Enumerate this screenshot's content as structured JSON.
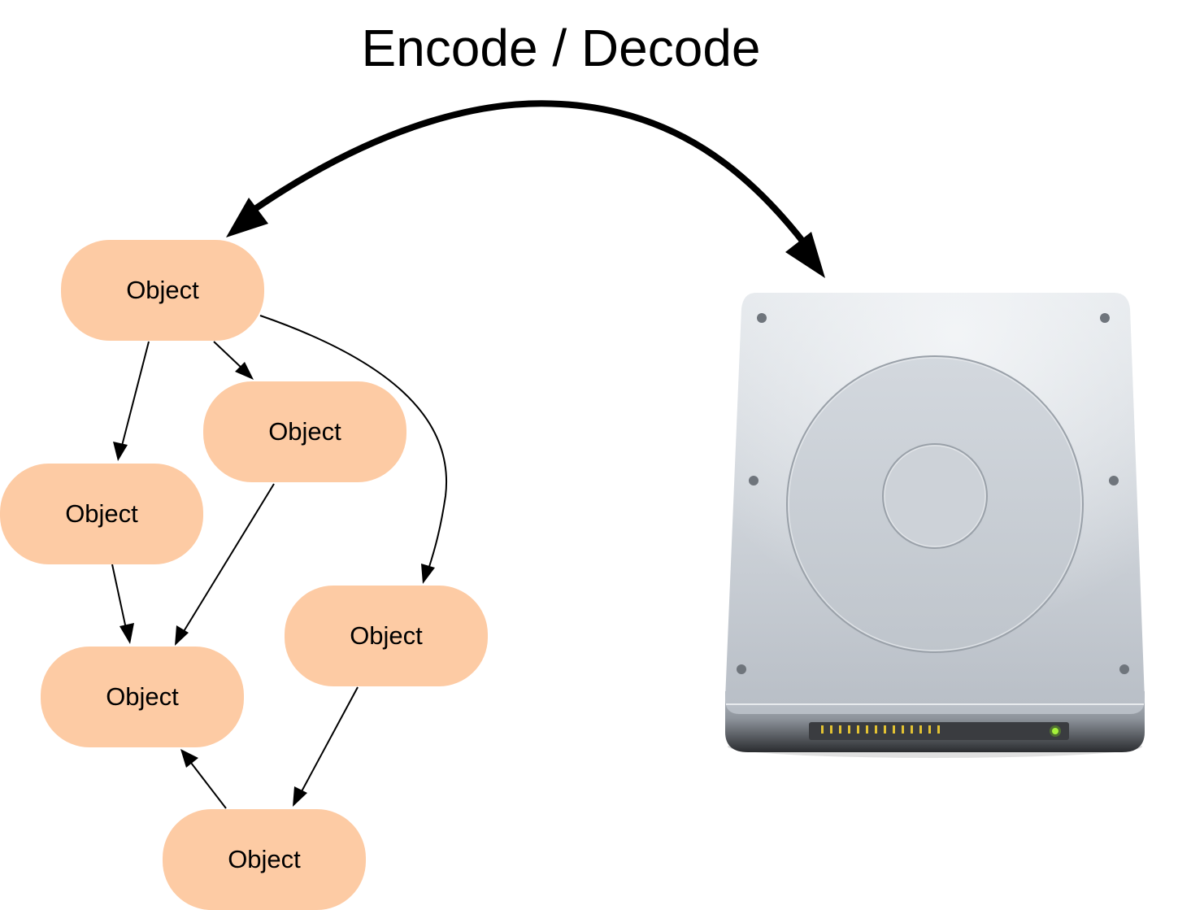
{
  "title": "Encode / Decode",
  "nodes": [
    {
      "id": "n1",
      "label": "Object"
    },
    {
      "id": "n2",
      "label": "Object"
    },
    {
      "id": "n3",
      "label": "Object"
    },
    {
      "id": "n4",
      "label": "Object"
    },
    {
      "id": "n5",
      "label": "Object"
    },
    {
      "id": "n6",
      "label": "Object"
    }
  ],
  "edges": [
    {
      "from": "n1",
      "to": "n2"
    },
    {
      "from": "n1",
      "to": "n3"
    },
    {
      "from": "n1",
      "to": "n4"
    },
    {
      "from": "n2",
      "to": "n5"
    },
    {
      "from": "n3",
      "to": "n5"
    },
    {
      "from": "n4",
      "to": "n6"
    },
    {
      "from": "n6",
      "to": "n5"
    }
  ],
  "colors": {
    "node_fill": "#fdcba4",
    "edge": "#000000",
    "drive_body": "#c4cad1",
    "drive_led": "#7bd11a",
    "drive_connector": "#e2c233"
  },
  "icons": {
    "storage": "hard-drive-icon"
  }
}
